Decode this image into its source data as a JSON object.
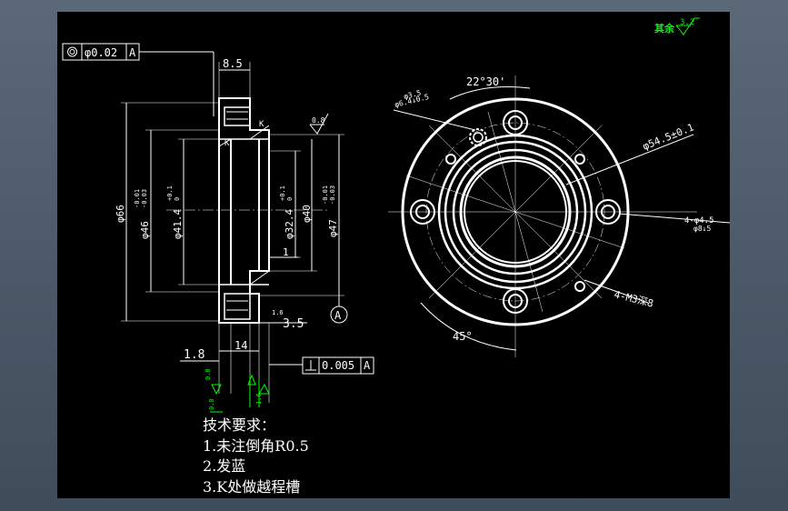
{
  "roughness": {
    "label": "其余",
    "value": "3.2"
  },
  "coaxiality": {
    "symbol": "◎",
    "tolerance": "φ0.02",
    "datum": "A"
  },
  "perpendicularity": {
    "symbol": "⊥",
    "tolerance": "0.005",
    "datum": "A"
  },
  "datum_marker": "A",
  "section_dims": {
    "width_top": "8.5",
    "d66": "φ66",
    "d46": "φ46",
    "d46_tol_upper": "-0.01",
    "d46_tol_lower": "-0.03",
    "d41": "φ41.4",
    "d41_tol_upper": "+0.1",
    "d41_tol_lower": "0",
    "d32": "φ32.4",
    "d32_tol_upper": "+0.1",
    "d32_tol_lower": "0",
    "d40": "φ40",
    "d47": "φ47",
    "d47_tol_upper": "-0.01",
    "d47_tol_lower": "-0.03",
    "step_1": "1",
    "dim_1_8": "1.8",
    "dim_14": "14",
    "dim_3_5": "3.5",
    "rough_08": "0.8",
    "rough_16": "1.6",
    "k1": "K",
    "k2": "K"
  },
  "front_dims": {
    "angle_22": "22°30'",
    "hole_small": "φ3.5",
    "hole_small2": "φ6.4↓0.5",
    "pcd": "φ54.5±0.1",
    "holes_4": "4-φ4.5",
    "holes_4b": "φ8↓5",
    "m3": "4-M3深8",
    "angle_45": "45°"
  },
  "tech_req": {
    "title": "技术要求：",
    "items": [
      "1.未注倒角R0.5",
      "2.发蓝",
      "3.K处做越程槽"
    ]
  }
}
